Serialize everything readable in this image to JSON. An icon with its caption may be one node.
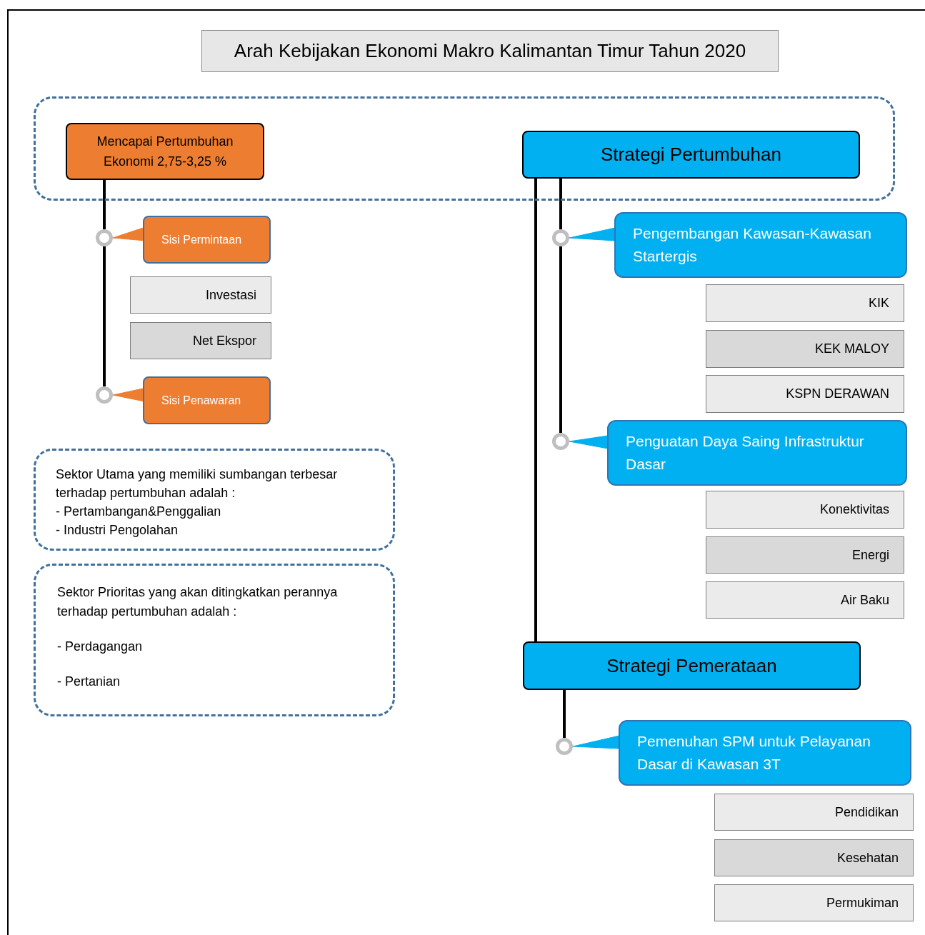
{
  "diagram": {
    "nodes": [
      {
        "text": [
          "Arah Kebijakan Ekonomi Makro Kalimantan Timur Tahun 2020"
        ]
      },
      {
        "text": [],
        "shape": "box"
      },
      {
        "text": [
          "Mencapai Pertumbuhan Ekonomi 2,75-3,25 %"
        ],
        "in": 1
      },
      {
        "text": [],
        "shape": "circle"
      },
      {
        "text": [
          "Sisi Permintaan"
        ]
      },
      {
        "text": [
          "Investasi"
        ]
      },
      {
        "text": [
          "Net Ekspor"
        ]
      },
      {
        "text": [],
        "shape": "circle"
      },
      {
        "text": [
          "Sisi Penawaran"
        ]
      },
      {
        "text": [
          "Sektor Utama yang memiliki sumbangan terbesar terhadap pertumbuhan adalah :",
          "- Pertambangan&Penggalian",
          "- Industri Pengolahan"
        ]
      },
      {
        "text": [
          "Sektor Prioritas yang akan ditingkatkan perannya terhadap pertumbuhan adalah :",
          "- Perdagangan",
          "- Pertanian"
        ]
      },
      {
        "text": [
          "Strategi Pertumbuhan"
        ],
        "in": 1
      },
      {
        "text": [],
        "shape": "circle"
      },
      {
        "text": [
          "Pengembangan Kawasan-Kawasan Startergis"
        ]
      },
      {
        "text": [
          "KIK"
        ]
      },
      {
        "text": [
          "KEK MALOY"
        ]
      },
      {
        "text": [
          "KSPN DERAWAN"
        ]
      },
      {
        "text": [],
        "shape": "circle"
      },
      {
        "text": [
          "Penguatan Daya Saing Infrastruktur Dasar"
        ]
      },
      {
        "text": [
          "Konektivitas"
        ]
      },
      {
        "text": [
          "Energi"
        ]
      },
      {
        "text": [
          "Air Baku"
        ]
      },
      {
        "text": [
          "Strategi Pemerataan"
        ]
      },
      {
        "text": [],
        "shape": "circle"
      },
      {
        "text": [
          "Pemenuhan SPM untuk Pelayanan Dasar di Kawasan 3T"
        ]
      },
      {
        "text": [
          "Pendidikan"
        ]
      },
      {
        "text": [
          "Kesehatan"
        ]
      },
      {
        "text": [
          "Permukiman"
        ]
      }
    ],
    "edges": [
      {
        "from": 2,
        "to": 3,
        "arrow": "none"
      },
      {
        "from": 3,
        "to": 7,
        "arrow": "none"
      },
      {
        "from": 3,
        "to": 4,
        "arrow": "none",
        "color": "#ed7d31"
      },
      {
        "from": 7,
        "to": 8,
        "arrow": "none",
        "color": "#ed7d31"
      },
      {
        "from": 11,
        "to": 12,
        "arrow": "none"
      },
      {
        "from": 12,
        "to": 17,
        "arrow": "none"
      },
      {
        "from": 11,
        "to": 22,
        "arrow": "none"
      },
      {
        "from": 22,
        "to": 23,
        "arrow": "none"
      },
      {
        "from": 12,
        "to": 13,
        "arrow": "none",
        "color": "#00b0f0"
      },
      {
        "from": 17,
        "to": 18,
        "arrow": "none",
        "color": "#00b0f0"
      },
      {
        "from": 23,
        "to": 24,
        "arrow": "none",
        "color": "#00b0f0"
      }
    ]
  }
}
